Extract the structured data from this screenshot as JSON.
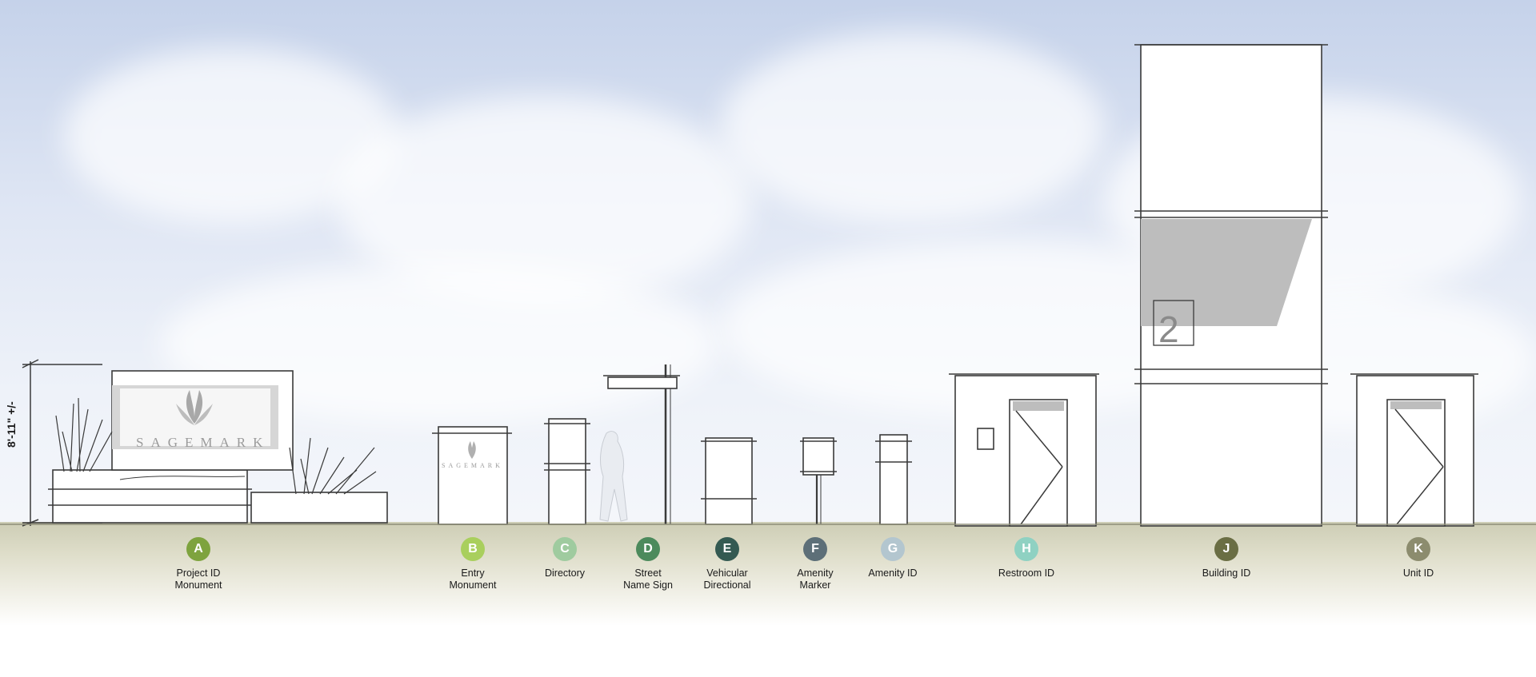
{
  "dimension_label": "8'-11\" +/-",
  "logo_text": "SAGEMARK",
  "building_number": "2",
  "signs": [
    {
      "letter": "A",
      "lines": [
        "Project ID",
        "Monument"
      ],
      "color": "#7ea33e"
    },
    {
      "letter": "B",
      "lines": [
        "Entry",
        "Monument"
      ],
      "color": "#a9cf5d"
    },
    {
      "letter": "C",
      "lines": [
        "Directory"
      ],
      "color": "#9fcb9f"
    },
    {
      "letter": "D",
      "lines": [
        "Street",
        "Name Sign"
      ],
      "color": "#4c8a5c"
    },
    {
      "letter": "E",
      "lines": [
        "Vehicular",
        "Directional"
      ],
      "color": "#345a52"
    },
    {
      "letter": "F",
      "lines": [
        "Amenity",
        "Marker"
      ],
      "color": "#5d6f78"
    },
    {
      "letter": "G",
      "lines": [
        "Amenity ID"
      ],
      "color": "#b3c6cf"
    },
    {
      "letter": "H",
      "lines": [
        "Restroom ID"
      ],
      "color": "#8fd1c2"
    },
    {
      "letter": "J",
      "lines": [
        "Building ID"
      ],
      "color": "#6a6e44"
    },
    {
      "letter": "K",
      "lines": [
        "Unit ID"
      ],
      "color": "#8c8c6e"
    }
  ]
}
